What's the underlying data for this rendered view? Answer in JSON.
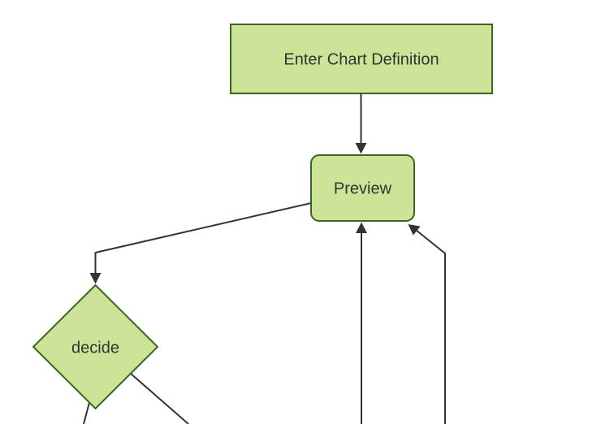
{
  "diagram": {
    "type": "flowchart",
    "direction": "top-down",
    "background_color": "#ffffff",
    "colors": {
      "node_fill": "#cde498",
      "node_border": "#3e6423",
      "edge_line": "#333333",
      "label_text": "#333333"
    },
    "nodes": [
      {
        "id": "enter-chart-definition",
        "label": "Enter Chart Definition",
        "shape": "rectangle"
      },
      {
        "id": "preview",
        "label": "Preview",
        "shape": "rounded-rectangle"
      },
      {
        "id": "decide",
        "label": "decide",
        "shape": "diamond"
      }
    ],
    "edges": [
      {
        "from": "enter-chart-definition",
        "to": "preview",
        "arrowhead": "into-preview-top"
      },
      {
        "from": "preview",
        "to": "decide",
        "arrowhead": "into-decide-top"
      },
      {
        "from": "decide",
        "to": "offscreen-bottom-left",
        "arrowhead": "none-visible"
      },
      {
        "from": "decide",
        "to": "offscreen-bottom-right",
        "arrowhead": "none-visible"
      },
      {
        "from": "offscreen-bottom",
        "to": "preview",
        "arrowhead": "into-preview-bottom"
      },
      {
        "from": "offscreen-bottom-right",
        "to": "preview",
        "arrowhead": "into-preview-bottom-right-corner"
      }
    ]
  }
}
